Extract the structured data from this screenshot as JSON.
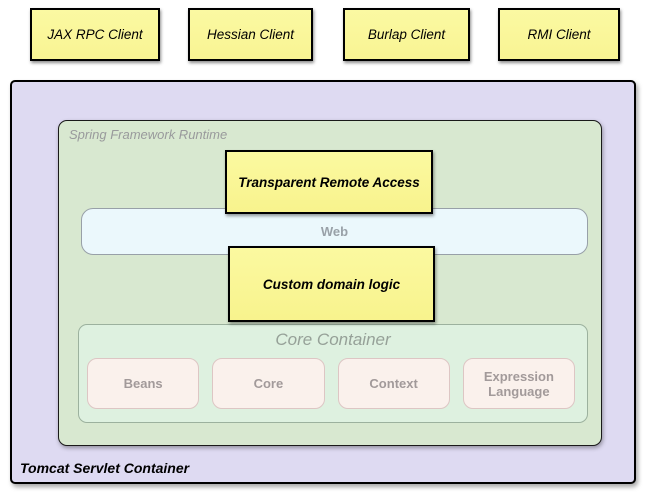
{
  "clients": [
    {
      "label": "JAX RPC Client"
    },
    {
      "label": "Hessian Client"
    },
    {
      "label": "Burlap Client"
    },
    {
      "label": "RMI Client"
    }
  ],
  "tomcat": {
    "label": "Tomcat Servlet Container",
    "runtime": {
      "label": "Spring Framework Runtime",
      "transparent_remote_access": "Transparent Remote Access",
      "web": "Web",
      "custom_domain_logic": "Custom domain logic",
      "core_container": {
        "title": "Core Container",
        "modules": [
          {
            "label": "Beans"
          },
          {
            "label": "Core"
          },
          {
            "label": "Context"
          },
          {
            "label": "Expression Language"
          }
        ]
      }
    }
  },
  "colors": {
    "client_box_fill": "#fbf79b",
    "tomcat_fill": "#dedaf2",
    "runtime_fill": "#d8e8d0",
    "web_bar_fill": "#ebf8fc",
    "core_container_fill": "#def1e0",
    "module_fill": "#faf1ec",
    "border_black": "#000000",
    "muted_text": "#999a9c"
  }
}
